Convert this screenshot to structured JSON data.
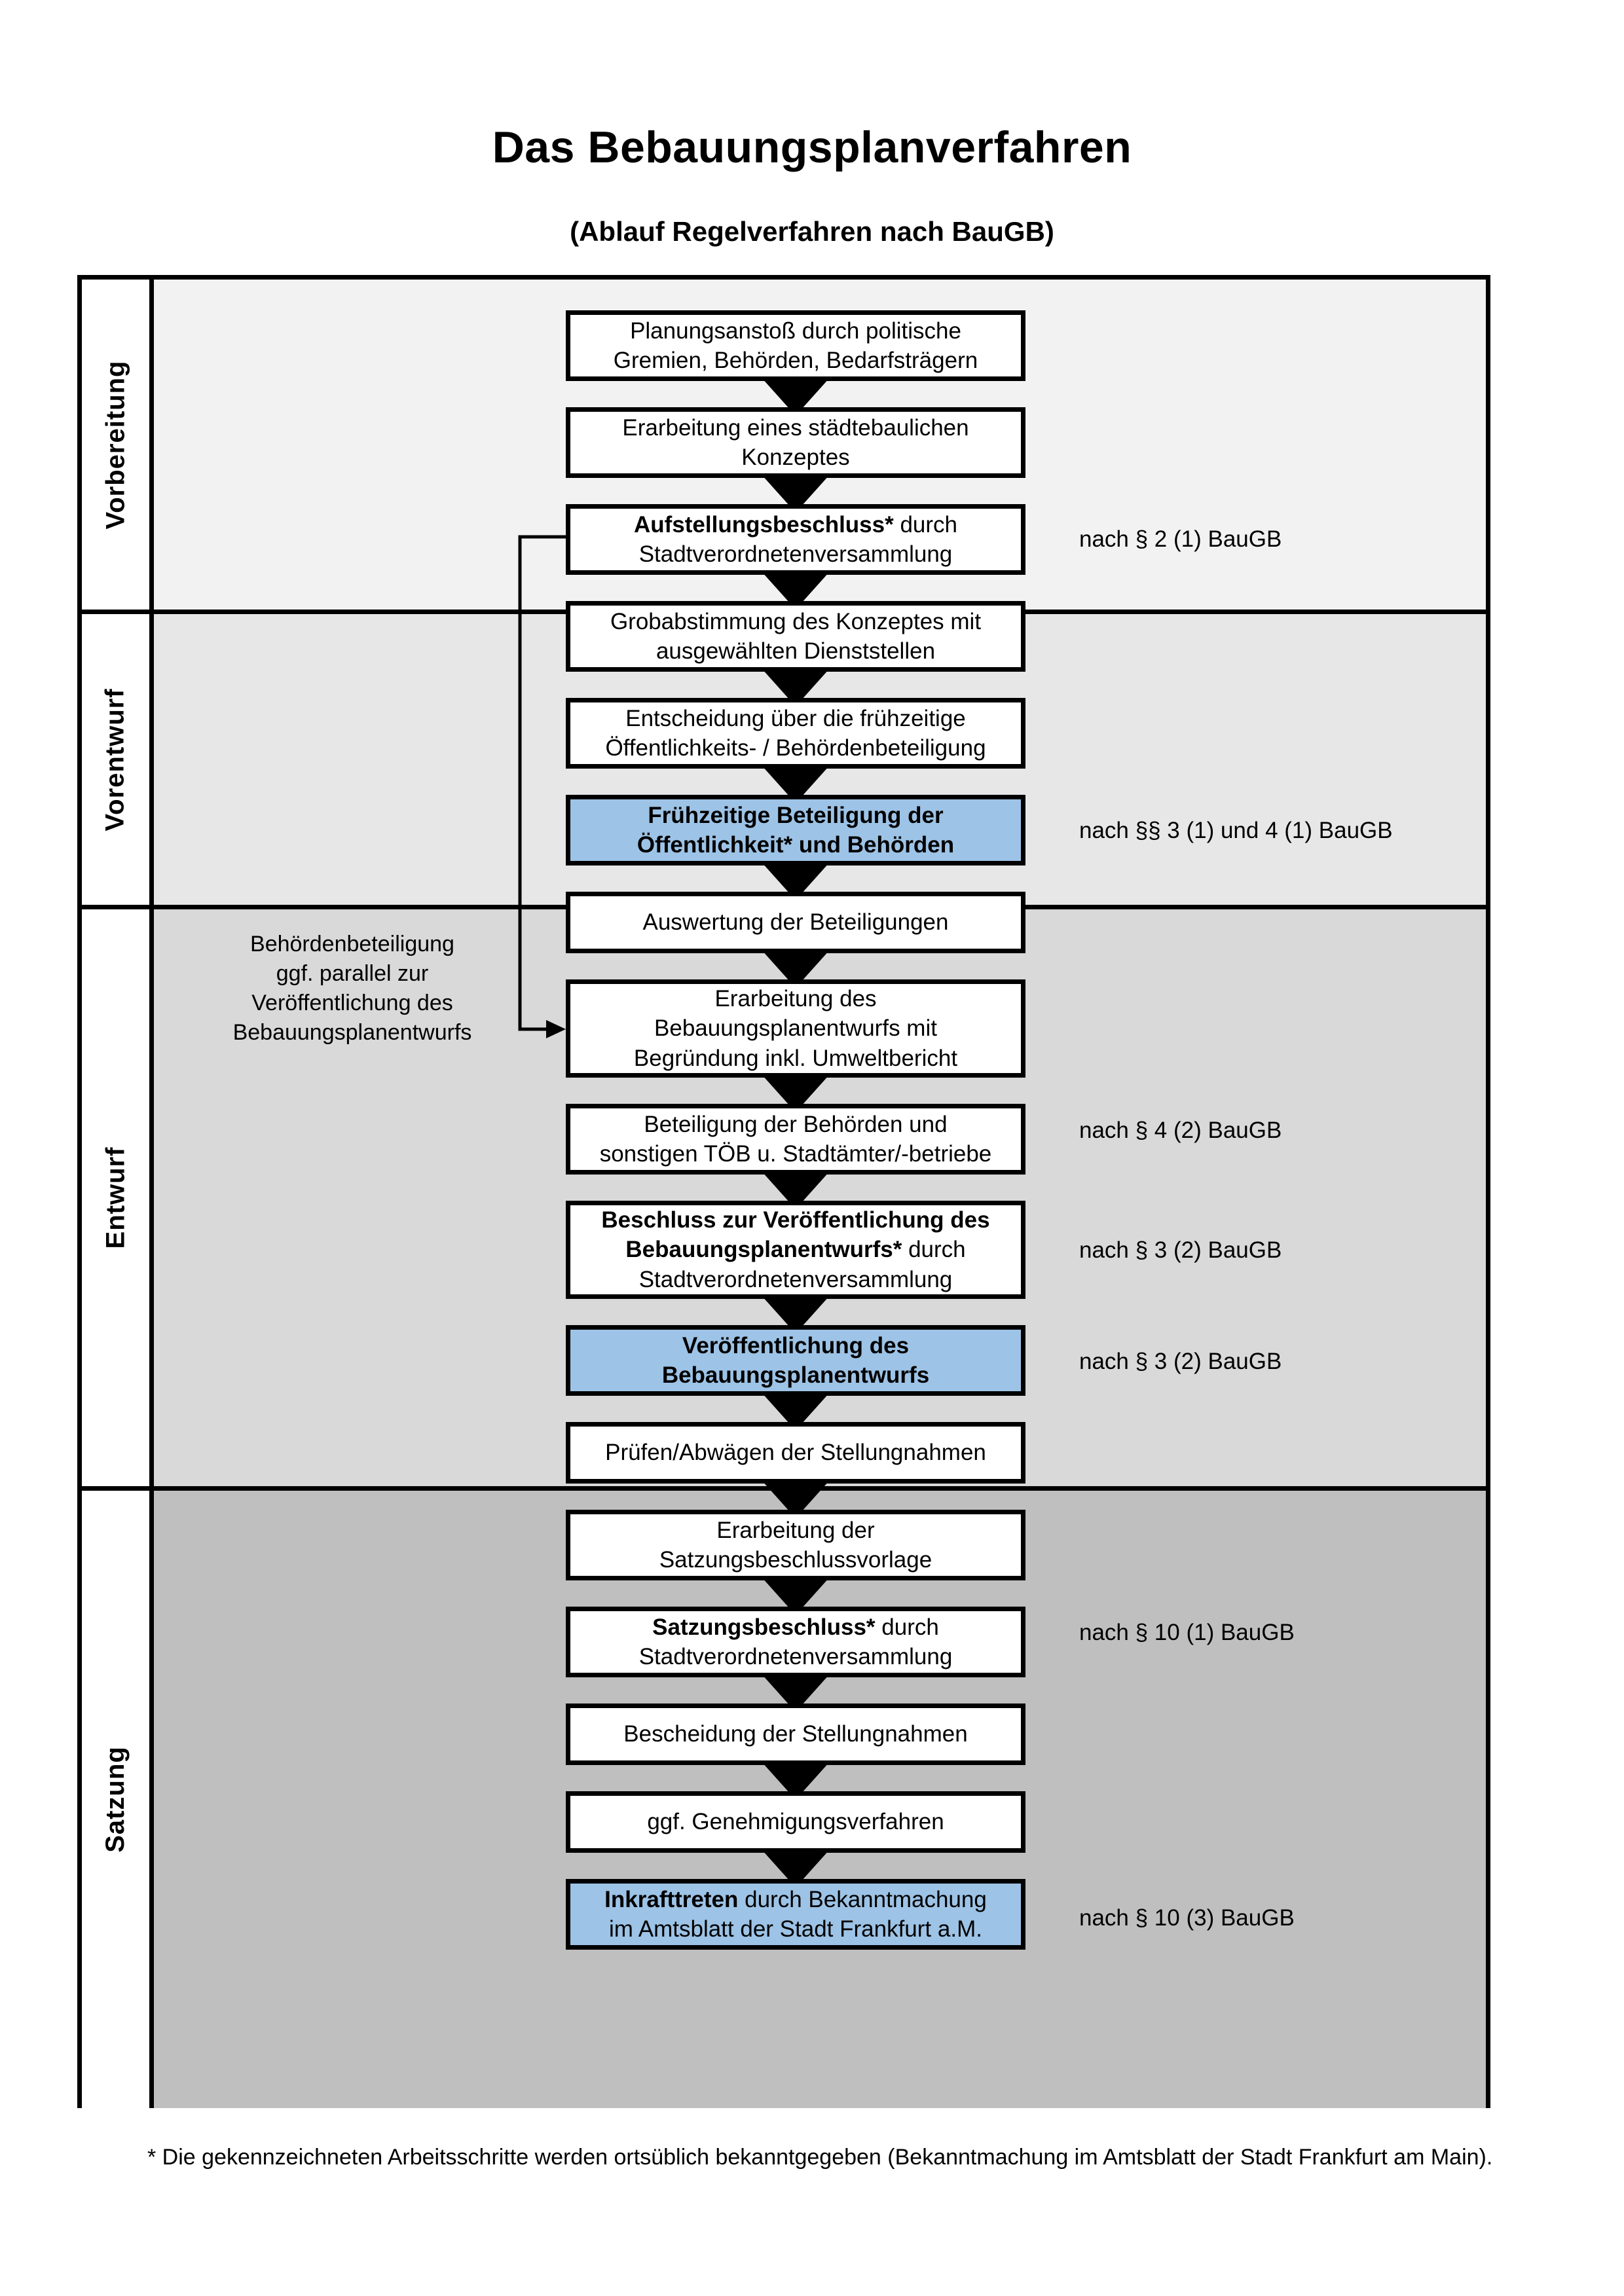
{
  "header": {
    "title": "Das Bebauungsplanverfahren",
    "subtitle": "(Ablauf Regelverfahren nach BauGB)"
  },
  "colors": {
    "highlight_blue": "#9DC3E6",
    "band_vorbereitung": "#F2F2F2",
    "band_vorentwurf": "#E7E7E7",
    "band_entwurf": "#D9D9D9",
    "band_satzung": "#BFBFBF",
    "outline": "#000000"
  },
  "phases": [
    {
      "key": "vorbereitung",
      "label": "Vorbereitung"
    },
    {
      "key": "vorentwurf",
      "label": "Vorentwurf"
    },
    {
      "key": "entwurf",
      "label": "Entwurf"
    },
    {
      "key": "satzung",
      "label": "Satzung"
    }
  ],
  "steps": [
    {
      "id": 1,
      "phase": "vorbereitung",
      "highlight": false,
      "lines": [
        "Planungsanstoß durch politische",
        "Gremien, Behörden, Bedarfsträgern"
      ]
    },
    {
      "id": 2,
      "phase": "vorbereitung",
      "highlight": false,
      "lines": [
        "Erarbeitung eines städtebaulichen",
        "Konzeptes"
      ]
    },
    {
      "id": 3,
      "phase": "vorbereitung",
      "highlight": false,
      "bold_prefix": "Aufstellungsbeschluss*",
      "lines": [
        "Aufstellungsbeschluss* durch",
        "Stadtverordnetenversammlung"
      ]
    },
    {
      "id": 4,
      "phase": "vorentwurf",
      "highlight": false,
      "lines": [
        "Grobabstimmung des Konzeptes mit",
        "ausgewählten Dienststellen"
      ]
    },
    {
      "id": 5,
      "phase": "vorentwurf",
      "highlight": false,
      "lines": [
        "Entscheidung über die frühzeitige",
        "Öffentlichkeits- / Behördenbeteiligung"
      ]
    },
    {
      "id": 6,
      "phase": "vorentwurf",
      "highlight": true,
      "lines": [
        "Frühzeitige Beteiligung der",
        "Öffentlichkeit* und Behörden"
      ]
    },
    {
      "id": 7,
      "phase": "entwurf",
      "highlight": false,
      "lines": [
        "Auswertung der Beteiligungen"
      ]
    },
    {
      "id": 8,
      "phase": "entwurf",
      "highlight": false,
      "lines": [
        "Erarbeitung des",
        "Bebauungsplanentwurfs mit",
        "Begründung inkl. Umweltbericht"
      ]
    },
    {
      "id": 9,
      "phase": "entwurf",
      "highlight": false,
      "lines": [
        "Beteiligung der Behörden und",
        "sonstigen TÖB u. Stadtämter/-betriebe"
      ]
    },
    {
      "id": 10,
      "phase": "entwurf",
      "highlight": false,
      "bold_prefix": "Beschluss zur Veröffentlichung des Bebauungsplanentwurfs*",
      "lines": [
        "Beschluss zur Veröffentlichung des",
        "Bebauungsplanentwurfs* durch",
        "Stadtverordnetenversammlung"
      ]
    },
    {
      "id": 11,
      "phase": "entwurf",
      "highlight": true,
      "lines": [
        "Veröffentlichung des",
        "Bebauungsplanentwurfs"
      ]
    },
    {
      "id": 12,
      "phase": "satzung",
      "highlight": false,
      "lines": [
        "Prüfen/Abwägen der Stellungnahmen"
      ]
    },
    {
      "id": 13,
      "phase": "satzung",
      "highlight": false,
      "lines": [
        "Erarbeitung der",
        "Satzungsbeschlussvorlage"
      ]
    },
    {
      "id": 14,
      "phase": "satzung",
      "highlight": false,
      "bold_prefix": "Satzungsbeschluss*",
      "lines": [
        "Satzungsbeschluss* durch",
        "Stadtverordnetenversammlung"
      ]
    },
    {
      "id": 15,
      "phase": "satzung",
      "highlight": false,
      "lines": [
        "Bescheidung der Stellungnahmen"
      ]
    },
    {
      "id": 16,
      "phase": "satzung",
      "highlight": false,
      "lines": [
        "ggf. Genehmigungsverfahren"
      ]
    },
    {
      "id": 17,
      "phase": "satzung",
      "highlight": true,
      "bold_prefix": "Inkrafttreten",
      "lines": [
        "Inkrafttreten durch Bekanntmachung",
        "im Amtsblatt der Stadt Frankfurt a.M."
      ]
    }
  ],
  "references": [
    {
      "key": "ref_2_1",
      "text": "nach § 2 (1) BauGB"
    },
    {
      "key": "ref_3_1_4_1",
      "text": "nach §§ 3 (1) und 4 (1) BauGB"
    },
    {
      "key": "ref_4_2",
      "text": "nach § 4 (2) BauGB"
    },
    {
      "key": "ref_3_2_a",
      "text": "nach § 3 (2) BauGB"
    },
    {
      "key": "ref_3_2_b",
      "text": "nach § 3 (2) BauGB"
    },
    {
      "key": "ref_10_1",
      "text": "nach § 10 (1) BauGB"
    },
    {
      "key": "ref_10_3",
      "text": "nach § 10 (3) BauGB"
    }
  ],
  "side_note": {
    "lines": [
      "Behördenbeteiligung",
      "ggf. parallel zur",
      "Veröffentlichung des",
      "Bebauungsplanentwurfs"
    ]
  },
  "footnote": {
    "text": "* Die gekennzeichneten Arbeitsschritte werden ortsüblich bekanntgegeben (Bekanntmachung im Amtsblatt  der Stadt Frankfurt am Main)."
  }
}
